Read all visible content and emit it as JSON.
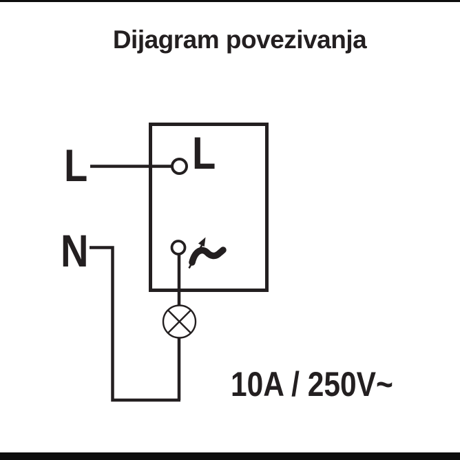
{
  "title": "Dijagram povezivanja",
  "diagram": {
    "external_live_label": "L",
    "external_neutral_label": "N",
    "terminal_live_label": "L",
    "rating_text": "10A / 250V~",
    "icons": {
      "live_terminal": "terminal-circle-icon",
      "dimmer_terminal": "terminal-circle-icon",
      "dimmer_control": "dimmer-arrow-over-tilde-icon",
      "load": "lamp-circle-cross-icon"
    }
  },
  "colors": {
    "ink": "#231f20",
    "background": "#ffffff",
    "edge_bars": "#0e0e0e"
  }
}
